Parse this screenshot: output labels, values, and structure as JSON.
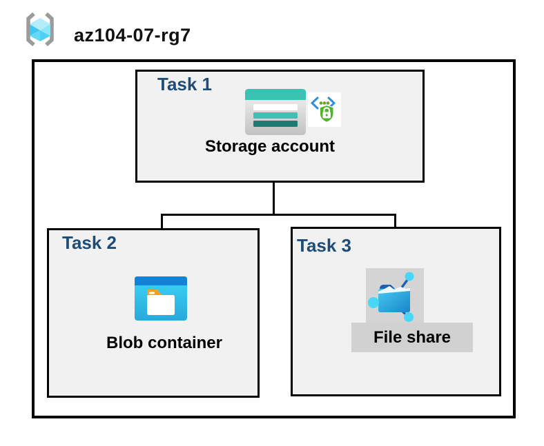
{
  "header": {
    "title": "az104-07-rg7",
    "icon": "resource-group-icon"
  },
  "diagram": {
    "tasks": [
      {
        "label": "Task 1",
        "resource": "Storage account",
        "icons": [
          "storage-account-icon",
          "sas-lock-icon"
        ]
      },
      {
        "label": "Task 2",
        "resource": "Blob container",
        "icons": [
          "blob-container-icon"
        ]
      },
      {
        "label": "Task 3",
        "resource": "File share",
        "icons": [
          "file-share-icon"
        ]
      }
    ],
    "connections": [
      {
        "from": "Storage account",
        "to": "Blob container"
      },
      {
        "from": "Storage account",
        "to": "File share"
      }
    ]
  },
  "colors": {
    "task_label": "#1E4C74",
    "box_fill": "#F1F1F1",
    "border": "#000000",
    "storage_teal": "#3AC3B2",
    "storage_teal_dark": "#1F7A6F",
    "blob_title_blue": "#1283D7",
    "blob_body_cyan": "#3BD5F6",
    "folder_tab_orange": "#F5A01E",
    "file_share_navy": "#1D5FB2",
    "node_cyan": "#49D7F8",
    "shield_green": "#52B42C",
    "bracket_blue": "#2E8FD9",
    "icon_bg_gray": "#D4D4D4",
    "cube_cyan": "#4FD1F2"
  }
}
